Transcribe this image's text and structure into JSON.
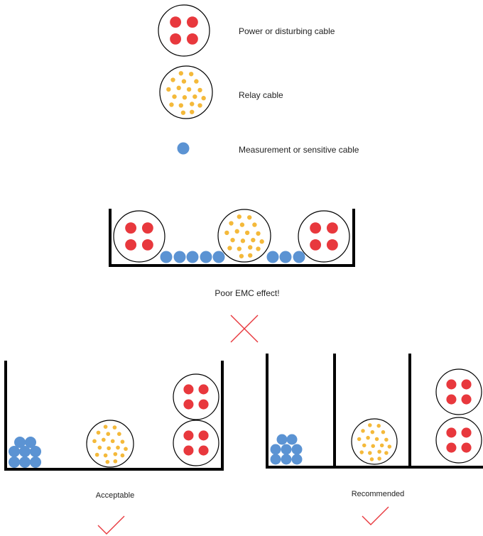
{
  "legend": {
    "power": "Power or disturbing cable",
    "relay": "Relay cable",
    "measurement": "Measurement or sensitive cable"
  },
  "verdicts": {
    "poor": "Poor EMC effect!",
    "acceptable": "Acceptable",
    "recommended": "Recommended"
  },
  "colors": {
    "power_conductor": "#e8383d",
    "relay_conductor": "#f4b93a",
    "measurement_cable": "#5b93d3",
    "tray": "#000000",
    "cross_mark": "#e8383d",
    "check_mark": "#e8383d",
    "text": "#222222"
  },
  "icons": {
    "poor": "cross-mark-icon",
    "acceptable": "check-mark-icon",
    "recommended": "check-mark-icon"
  }
}
